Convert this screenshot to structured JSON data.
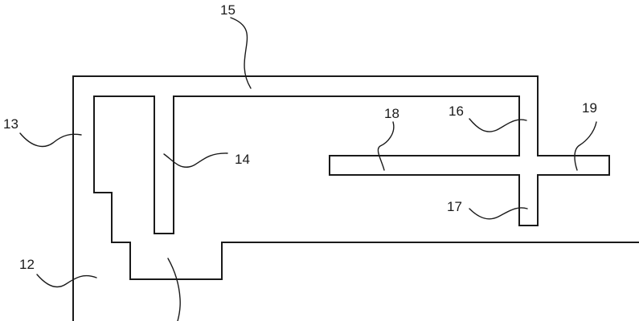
{
  "labels": {
    "ref_12": "12",
    "ref_13": "13",
    "ref_14": "14",
    "ref_15": "15",
    "ref_16": "16",
    "ref_17": "17",
    "ref_18": "18",
    "ref_19": "19"
  },
  "colors": {
    "line": "#1a1a1a",
    "background": "#ffffff"
  }
}
